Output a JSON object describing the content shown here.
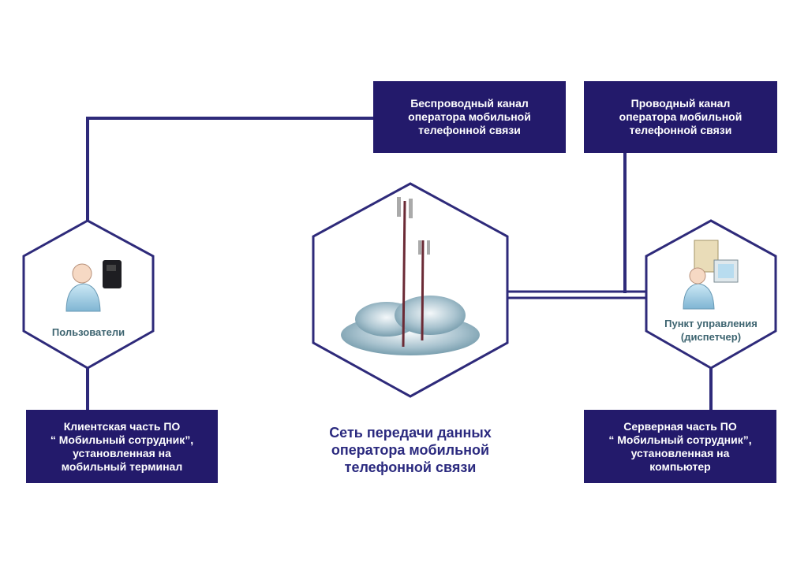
{
  "boxes": {
    "wireless": "Беспроводный канал\nоператора мобильной\nтелефонной связи",
    "wired": "Проводный канал\nоператора мобильной\nтелефонной связи",
    "client": "Клиентская часть ПО\n“ Мобильный сотрудник”,\nустановленная на\nмобильный терминал",
    "server": "Серверная часть ПО\n“ Мобильный сотрудник”,\nустановленная на\nкомпьютер"
  },
  "nodes": {
    "users": "Пользователи",
    "control": "Пункт управления\n(диспетчер)",
    "network": "Сеть передачи данных\nоператора мобильной\nтелефонной связи"
  },
  "colors": {
    "box": "#231a6b",
    "line": "#2e2a7a",
    "label": "#3d6470",
    "title": "#2b2a7f"
  }
}
